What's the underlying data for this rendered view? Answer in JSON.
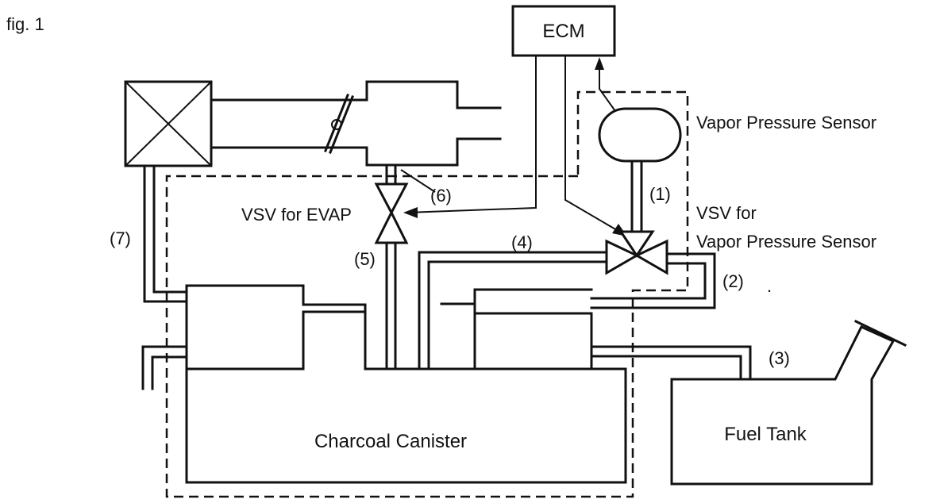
{
  "figure_label": "fig. 1",
  "labels": {
    "ecm": "ECM",
    "vapor_pressure_sensor": "Vapor Pressure Sensor",
    "vsv_evap": "VSV for EVAP",
    "vsv_vps_line1": "VSV for",
    "vsv_vps_line2": "Vapor Pressure Sensor",
    "charcoal_canister": "Charcoal Canister",
    "fuel_tank": "Fuel Tank",
    "dot": "."
  },
  "hose_labels": [
    "(1)",
    "(2)",
    "(3)",
    "(4)",
    "(5)",
    "(6)",
    "(7)"
  ],
  "colors": {
    "ink": "#111111",
    "paper": "#ffffff"
  }
}
